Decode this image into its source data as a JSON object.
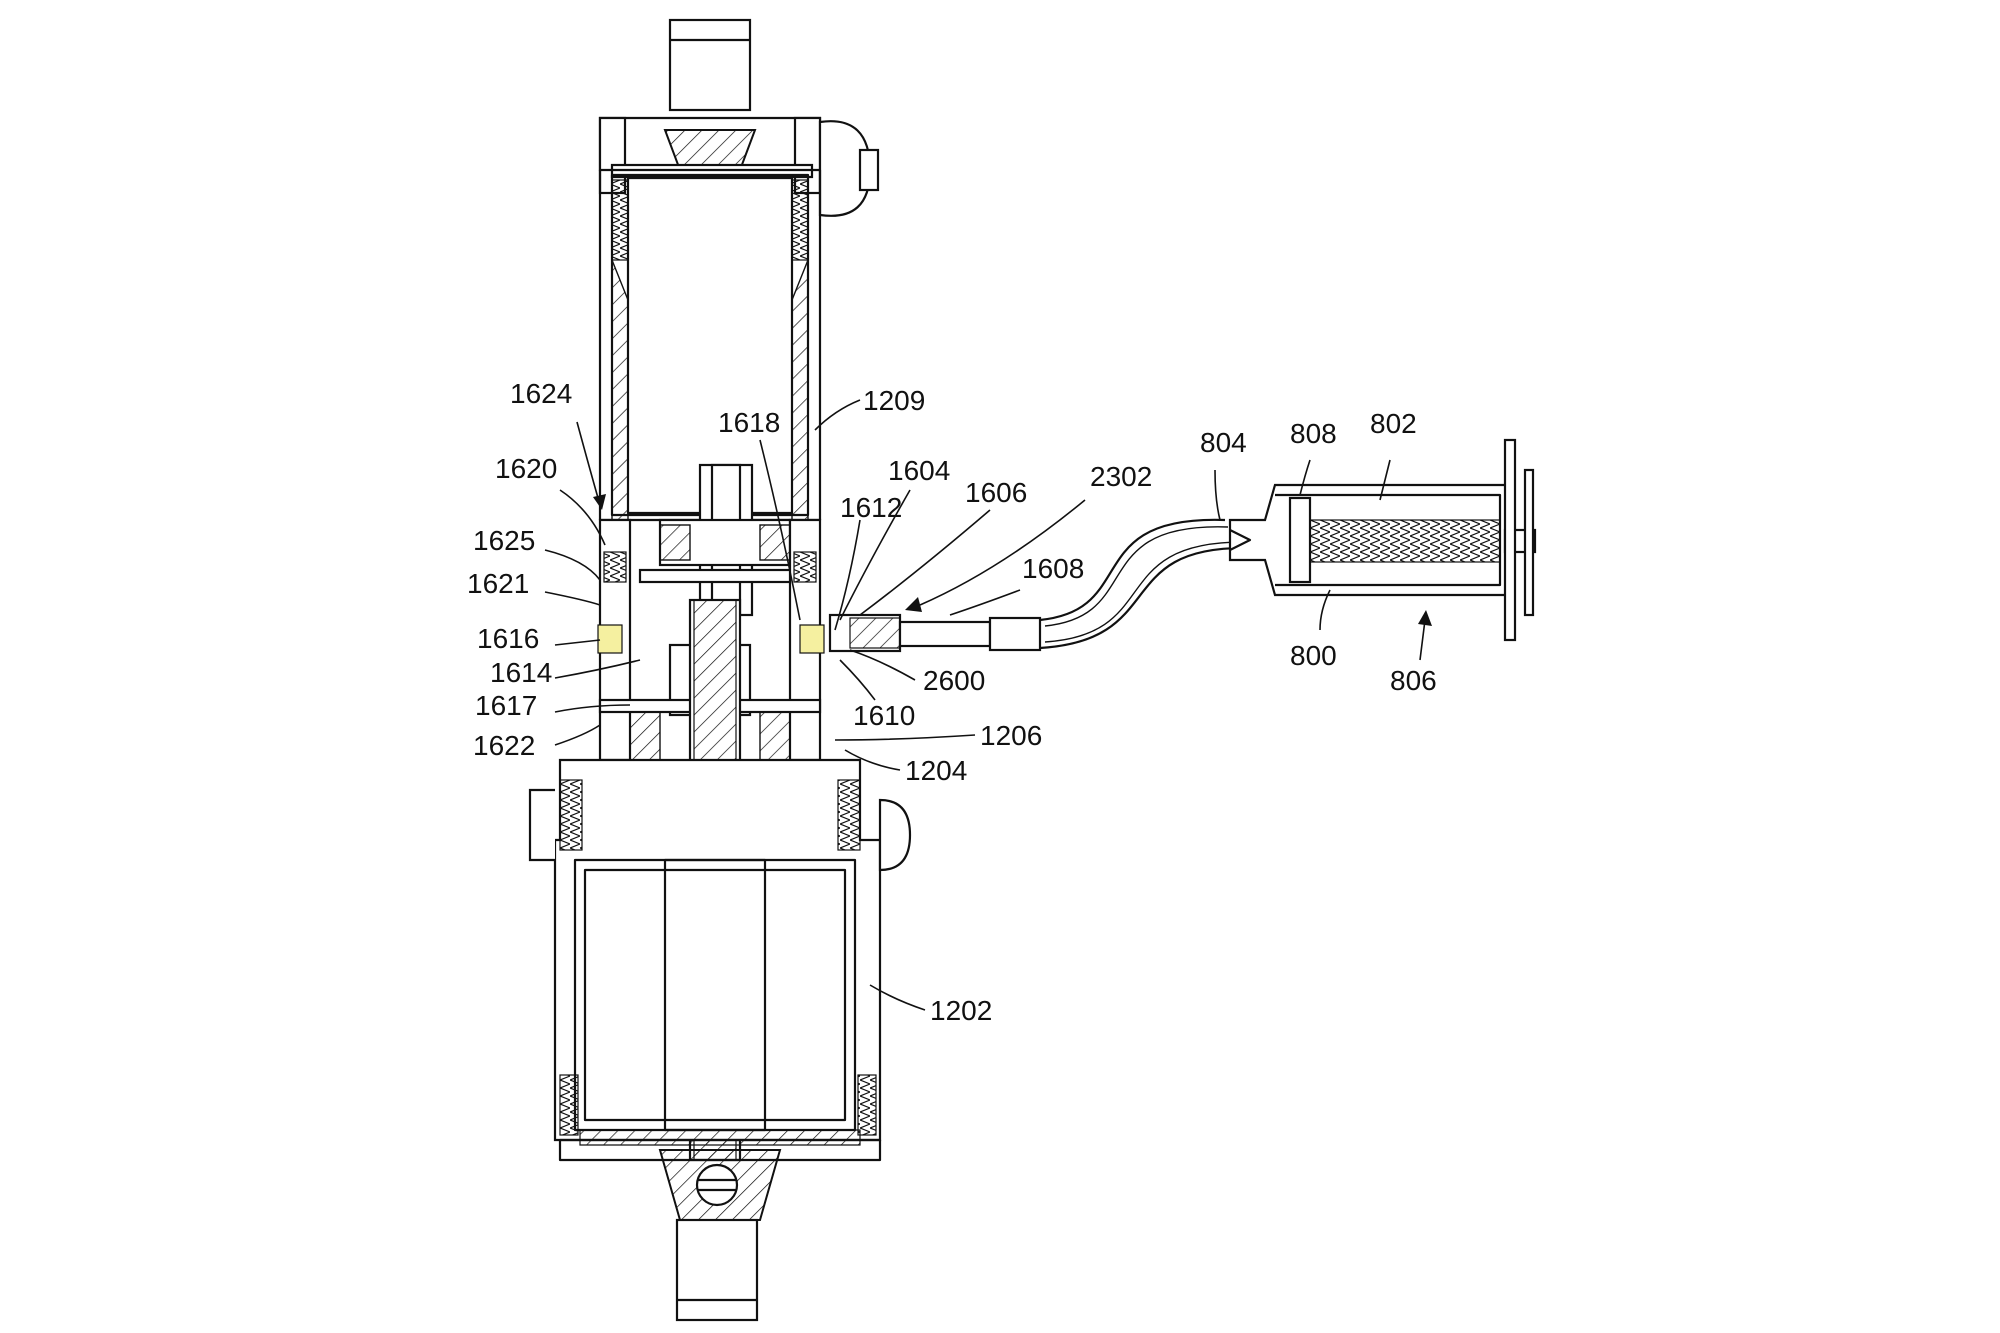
{
  "diagram": {
    "reference_labels": [
      {
        "id": "1624",
        "text": "1624"
      },
      {
        "id": "1620",
        "text": "1620"
      },
      {
        "id": "1625",
        "text": "1625"
      },
      {
        "id": "1621",
        "text": "1621"
      },
      {
        "id": "1616",
        "text": "1616"
      },
      {
        "id": "1614",
        "text": "1614"
      },
      {
        "id": "1617",
        "text": "1617"
      },
      {
        "id": "1622",
        "text": "1622"
      },
      {
        "id": "1618",
        "text": "1618"
      },
      {
        "id": "1209",
        "text": "1209"
      },
      {
        "id": "1604",
        "text": "1604"
      },
      {
        "id": "1612",
        "text": "1612"
      },
      {
        "id": "1606",
        "text": "1606"
      },
      {
        "id": "2302",
        "text": "2302"
      },
      {
        "id": "1608",
        "text": "1608"
      },
      {
        "id": "2600",
        "text": "2600"
      },
      {
        "id": "1610",
        "text": "1610"
      },
      {
        "id": "1206",
        "text": "1206"
      },
      {
        "id": "1204",
        "text": "1204"
      },
      {
        "id": "1202",
        "text": "1202"
      },
      {
        "id": "804",
        "text": "804"
      },
      {
        "id": "808",
        "text": "808"
      },
      {
        "id": "802",
        "text": "802"
      },
      {
        "id": "800",
        "text": "800"
      },
      {
        "id": "806",
        "text": "806"
      }
    ],
    "highlight_color": "#f5f0a0",
    "line_color": "#111111"
  }
}
